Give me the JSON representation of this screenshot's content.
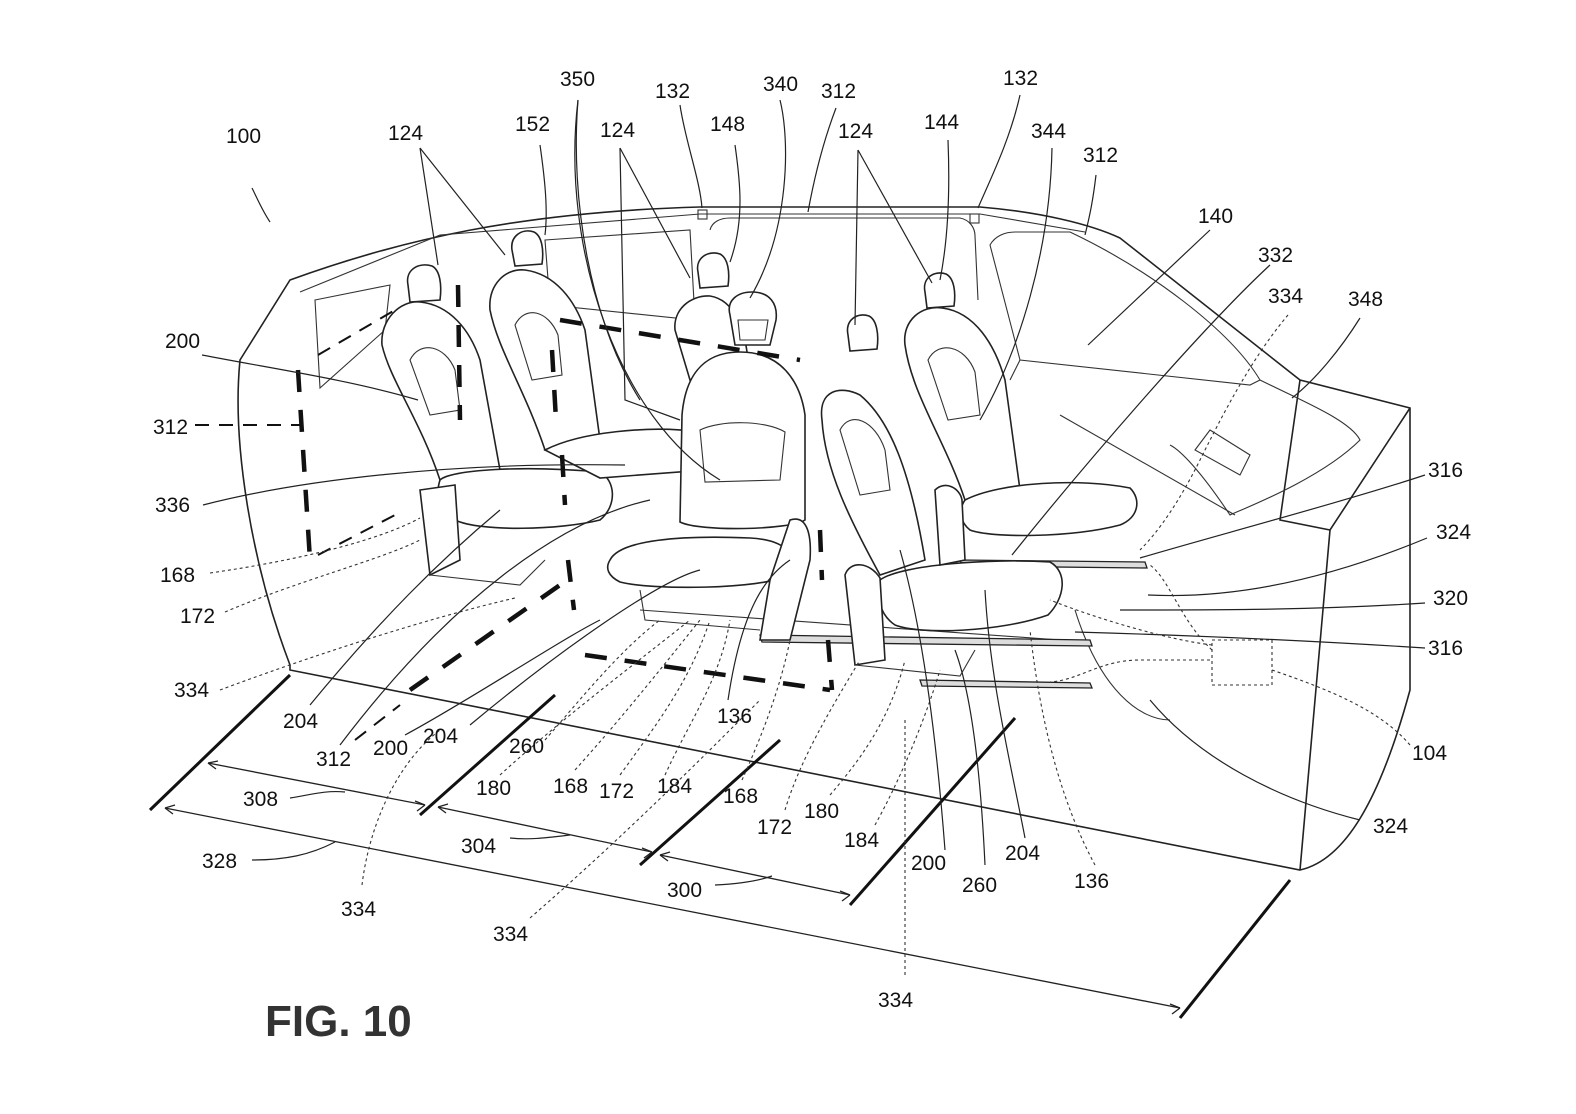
{
  "figure": {
    "title": "FIG. 10"
  },
  "labels": {
    "l100": "100",
    "l124a": "124",
    "l152": "152",
    "l350": "350",
    "l132a": "132",
    "l124b": "124",
    "l148": "148",
    "l340": "340",
    "l312a": "312",
    "l124c": "124",
    "l144": "144",
    "l132b": "132",
    "l344": "344",
    "l312b": "312",
    "l140": "140",
    "l332": "332",
    "l334a": "334",
    "l348": "348",
    "l200a": "200",
    "l312c": "312",
    "l336": "336",
    "l168a": "168",
    "l172a": "172",
    "l334b": "334",
    "l316a": "316",
    "l324a": "324",
    "l320": "320",
    "l316b": "316",
    "l104": "104",
    "l324b": "324",
    "l204a": "204",
    "l312d": "312",
    "l200b": "200",
    "l204b": "204",
    "l260a": "260",
    "l136a": "136",
    "l180a": "180",
    "l168b": "168",
    "l172b": "172",
    "l184a": "184",
    "l168c": "168",
    "l172c": "172",
    "l180b": "180",
    "l184b": "184",
    "l200c": "200",
    "l260b": "260",
    "l204c": "204",
    "l136b": "136",
    "l308": "308",
    "l304": "304",
    "l300": "300",
    "l328": "328",
    "l334c": "334",
    "l334d": "334",
    "l334e": "334"
  }
}
